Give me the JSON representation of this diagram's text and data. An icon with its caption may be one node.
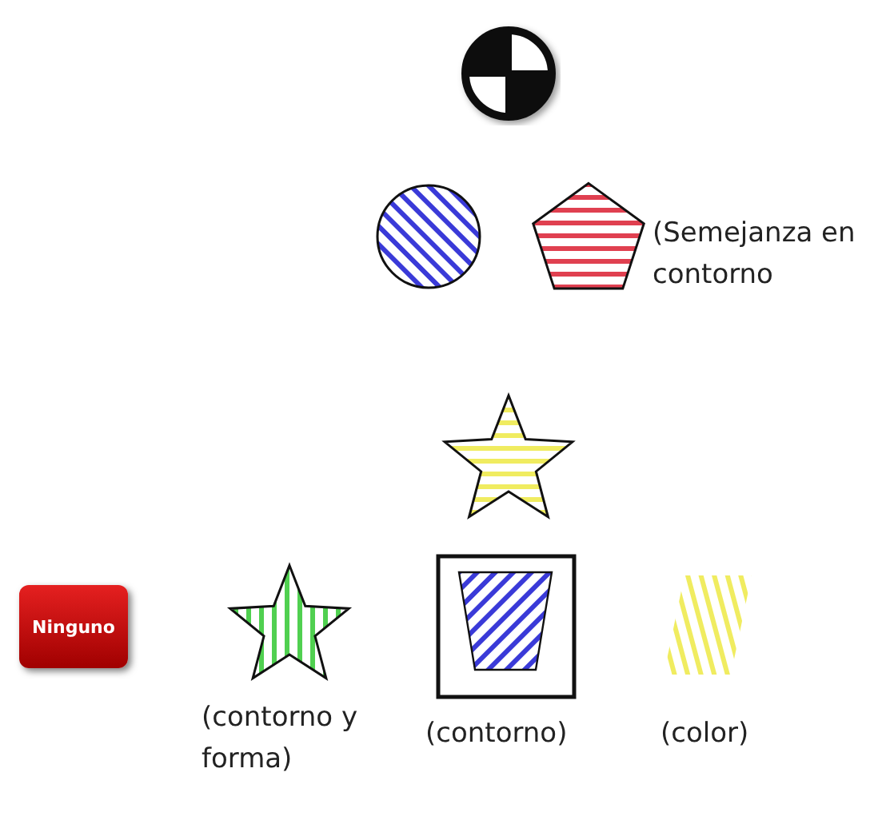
{
  "diagram": {
    "nodes": [
      {
        "text": [],
        "shape": "picture"
      },
      {
        "text": [],
        "shape": "circle"
      },
      {
        "text": [],
        "shape": "pentagon"
      },
      {
        "text": [],
        "shape": "star"
      },
      {
        "text": [
          "Ninguno"
        ]
      },
      {
        "text": [],
        "shape": "star"
      },
      {
        "text": [],
        "shape": "box"
      },
      {
        "text": [],
        "shape": "trapezoid",
        "in": 6
      },
      {
        "text": [],
        "shape": "parallelogram"
      }
    ],
    "labels": [
      "(Semejanza en contorno",
      "(contorno y forma)",
      "(contorno)",
      "(color)"
    ]
  }
}
